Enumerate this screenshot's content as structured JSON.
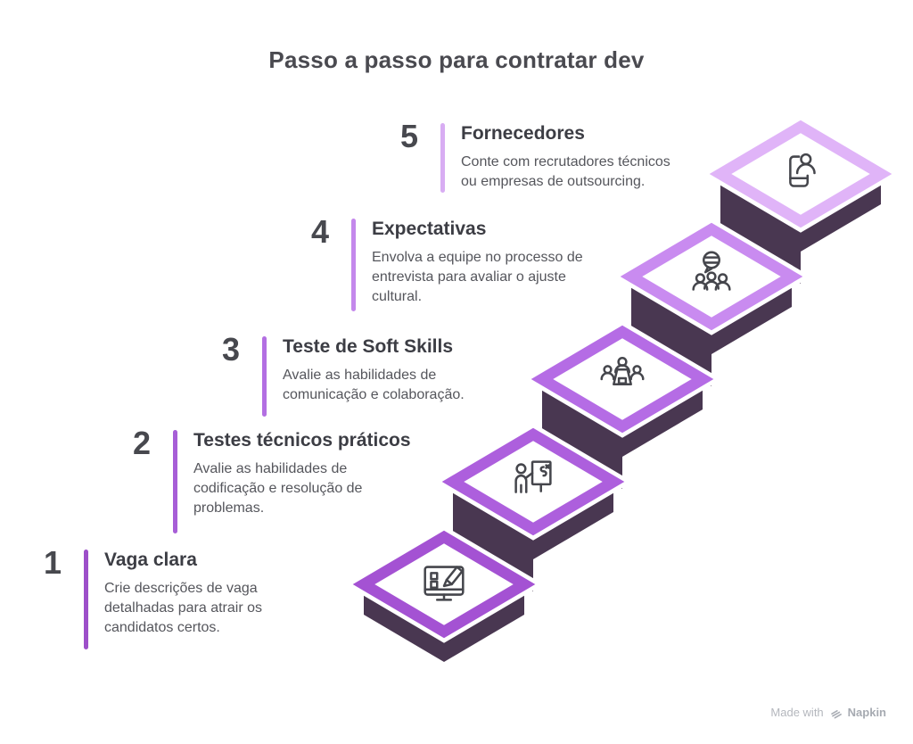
{
  "title": "Passo a passo para contratar dev",
  "steps": [
    {
      "number": "1",
      "title": "Vaga clara",
      "description": "Crie descrições de vaga detalhadas para atrair os candidatos certos.",
      "bar_color": "#9d4fc9",
      "diamond_color": "#a452d3",
      "icon": "job-description-icon"
    },
    {
      "number": "2",
      "title": "Testes técnicos práticos",
      "description": "Avalie as habilidades de codificação e resolução de problemas.",
      "bar_color": "#a75ed7",
      "diamond_color": "#ad5fdd",
      "icon": "technical-test-icon"
    },
    {
      "number": "3",
      "title": "Teste de Soft Skills",
      "description": "Avalie as habilidades de comunicação e colaboração.",
      "bar_color": "#b36fe2",
      "diamond_color": "#b56ce5",
      "icon": "soft-skills-meeting-icon"
    },
    {
      "number": "4",
      "title": "Expectativas",
      "description": "Envolva a equipe no processo de entrevista para avaliar o ajuste cultural.",
      "bar_color": "#c488ec",
      "diamond_color": "#c98bf0",
      "icon": "team-interview-icon"
    },
    {
      "number": "5",
      "title": "Fornecedores",
      "description": "Conte com recrutadores técnicos ou empresas de outsourcing.",
      "bar_color": "#d8adf3",
      "diamond_color": "#e0b4f8",
      "icon": "vendor-profile-icon"
    }
  ],
  "watermark": {
    "prefix": "Made with",
    "brand": "Napkin"
  },
  "colors": {
    "stair_body": "#493751",
    "icon_stroke": "#45464c",
    "title": "#4a4a50",
    "step_title": "#3c3d44",
    "step_number": "#47484e",
    "step_description": "#55565c",
    "watermark": "#b4b7bd"
  }
}
